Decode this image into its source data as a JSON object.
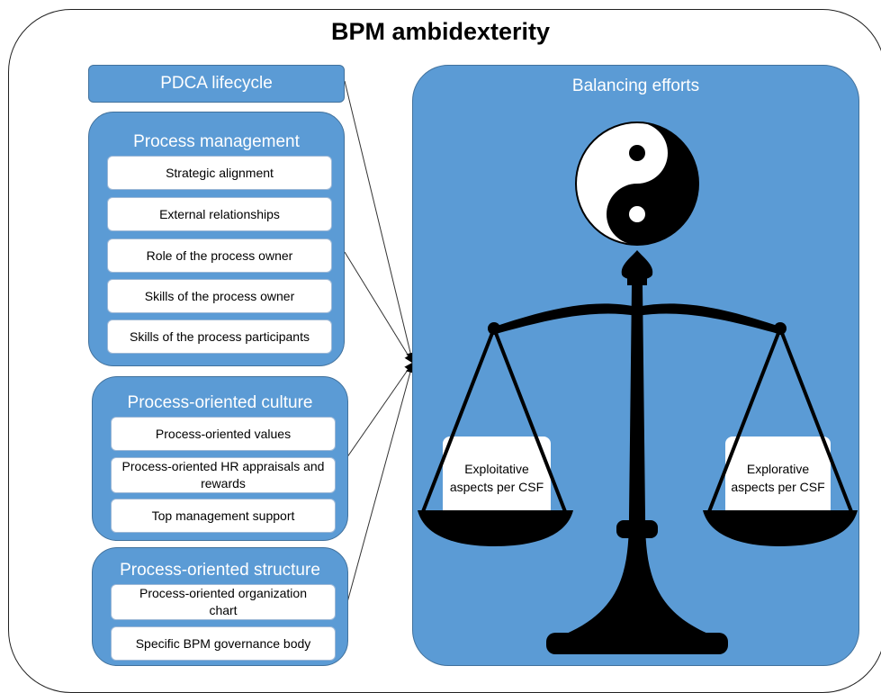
{
  "title": "BPM ambidexterity",
  "pdca": {
    "label": "PDCA lifecycle"
  },
  "process_management": {
    "title": "Process management",
    "items": [
      "Strategic alignment",
      "External relationships",
      "Role of the process owner",
      "Skills of the process owner",
      "Skills of the process participants"
    ]
  },
  "process_culture": {
    "title": "Process-oriented culture",
    "items": [
      "Process-oriented values",
      "Process-oriented HR appraisals and rewards",
      "Top management support"
    ]
  },
  "process_structure": {
    "title": "Process-oriented structure",
    "items": [
      "Process-oriented organization chart",
      "Specific BPM governance body"
    ]
  },
  "balancing": {
    "title": "Balancing efforts",
    "left_pan": "Exploitative aspects per CSF",
    "right_pan": "Explorative aspects per CSF"
  },
  "colors": {
    "box_blue": "#5b9bd5",
    "box_border": "#41719c",
    "scale": "#000000"
  },
  "icons": [
    "yin-yang-icon",
    "balance-scale-icon"
  ]
}
